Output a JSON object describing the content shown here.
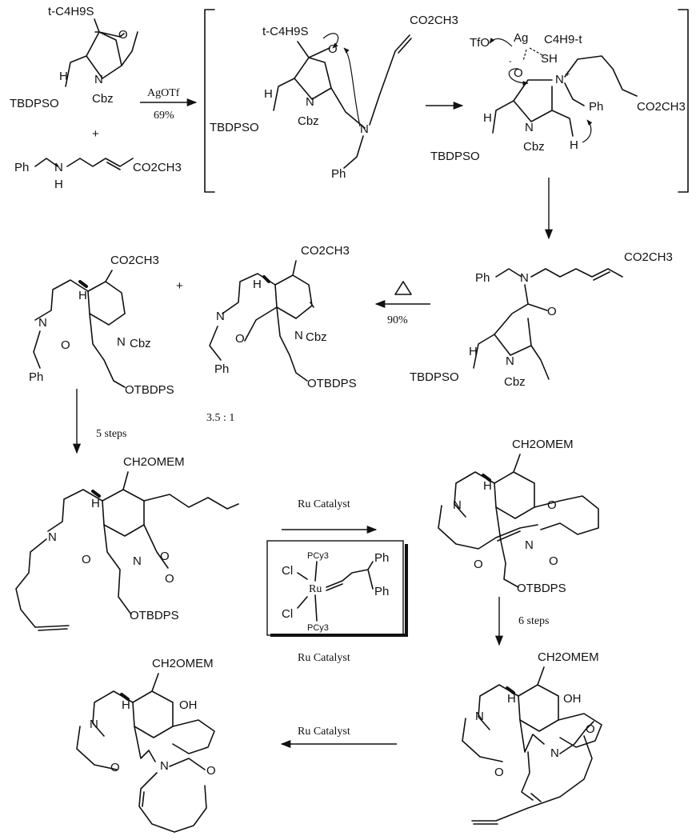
{
  "colors": {
    "ink": "#111111",
    "background": "#ffffff"
  },
  "icons": {
    "heat": "triangle-heat-icon",
    "arrow": "reaction-arrow-icon",
    "curved_arrow": "electron-push-arrow-icon"
  },
  "reagents": {
    "step1_reagent": "AgOTf",
    "step1_yield": "69%",
    "heat_yield": "90%",
    "ratio": "3.5 : 1",
    "five_steps": "5 steps",
    "six_steps": "6 steps",
    "ru_catalyst_top": "Ru Catalyst",
    "ru_catalyst_box": "Ru Catalyst",
    "ru_catalyst_bottom": "Ru Catalyst",
    "plus1": "+",
    "plus2": "+"
  },
  "labels": {
    "tbdpso": "TBDPSO",
    "otbdps": "OTBDPS",
    "cbz": "Cbz",
    "n": "N",
    "h": "H",
    "hdot": "H",
    "o": "O",
    "oh": "OH",
    "ph": "Ph",
    "nh": "N",
    "nh_h": "H",
    "co2ch3": "CO2CH3",
    "ch2omem": "CH2OMEM",
    "tbu_s": "t-C4H9S",
    "s_tbu": "SH",
    "c4h9t": "C4H9-t",
    "tfo": "TfO",
    "ag": "Ag",
    "n_plus": "+",
    "o_minus": "-",
    "pcy3": "PCy3",
    "cl": "Cl",
    "ru": "Ru"
  }
}
